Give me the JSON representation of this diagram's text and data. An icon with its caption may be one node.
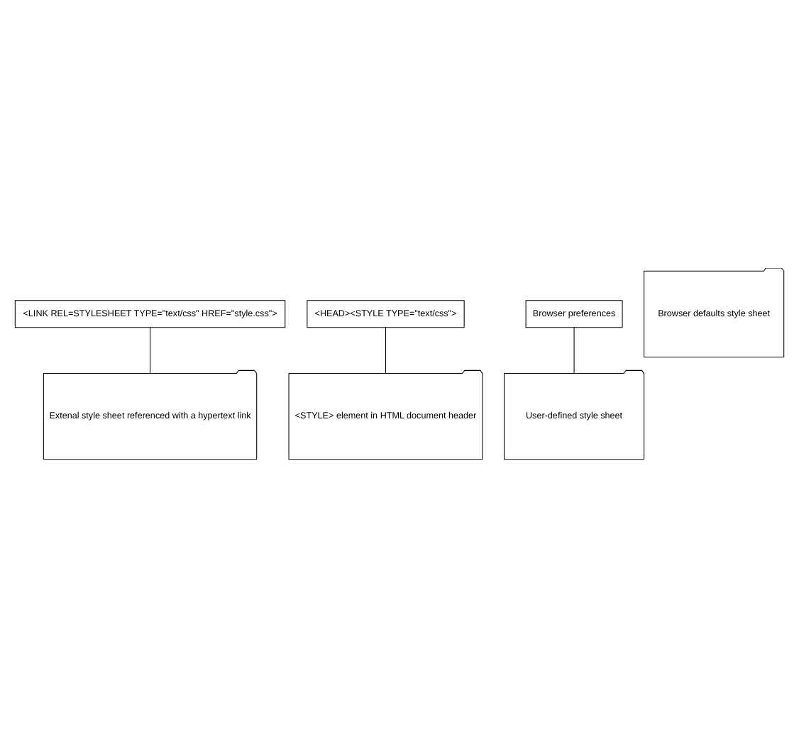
{
  "diagram": {
    "nodes": [
      {
        "text": [
          "<LINK REL=STYLESHEET TYPE=\"text/css\" HREF=\"style.css\">"
        ]
      },
      {
        "text": [
          "Extenal style sheet referenced with a hypertext link"
        ]
      },
      {
        "text": [
          "<HEAD><STYLE TYPE=\"text/css\">"
        ]
      },
      {
        "text": [
          "<STYLE> element in HTML document header"
        ]
      },
      {
        "text": [
          "Browser preferences"
        ]
      },
      {
        "text": [
          "Browser defaults style sheet"
        ]
      },
      {
        "text": [
          "User-defined style sheet"
        ]
      }
    ],
    "edges": [
      {
        "from": 0,
        "to": 1,
        "arrow": "none"
      },
      {
        "from": 2,
        "to": 3,
        "arrow": "none"
      },
      {
        "from": 4,
        "to": 6,
        "arrow": "none"
      }
    ]
  }
}
